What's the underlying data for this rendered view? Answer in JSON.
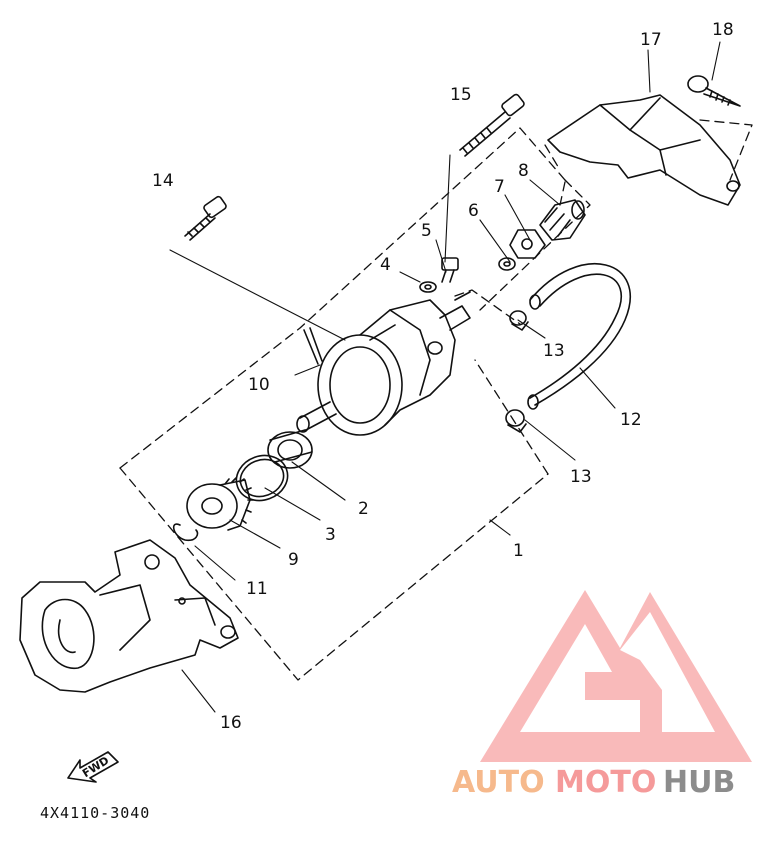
{
  "diagram": {
    "part_number": "4X4110-3040",
    "direction_label": "FWD",
    "callouts": [
      "1",
      "2",
      "3",
      "4",
      "5",
      "6",
      "7",
      "8",
      "9",
      "10",
      "11",
      "12",
      "13",
      "13",
      "14",
      "15",
      "16",
      "17",
      "18"
    ]
  },
  "watermark": {
    "segments": [
      "AUTO",
      "MOTO",
      "HUB"
    ],
    "colors": {
      "auto": "#f6b98c",
      "moto": "#f59a9a",
      "hub": "#8c8c8c",
      "logo": "#f26b6b"
    }
  }
}
